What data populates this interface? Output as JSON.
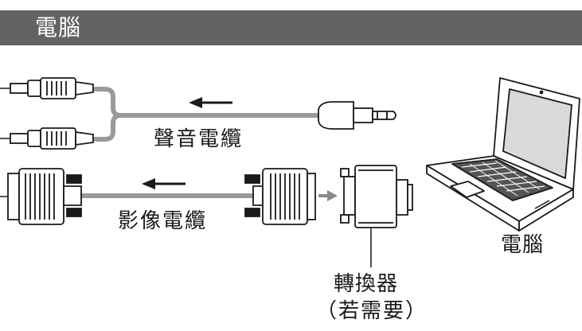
{
  "header": {
    "title": "電腦"
  },
  "labels": {
    "audio_cable": "聲音電纜",
    "video_cable": "影像電纜",
    "computer": "電腦",
    "adapter": "轉換器",
    "adapter_note": "（若需要）"
  },
  "colors": {
    "header_bg": "#636363",
    "cable": "#9a9a9a",
    "line": "#1a1a1a",
    "connector_arrow": "#8a8a8a"
  },
  "icons": [
    "rca-plug-icon",
    "mini-jack-plug-icon",
    "vga-connector-icon",
    "adapter-icon",
    "laptop-icon",
    "arrow-left-icon",
    "arrow-right-icon"
  ]
}
